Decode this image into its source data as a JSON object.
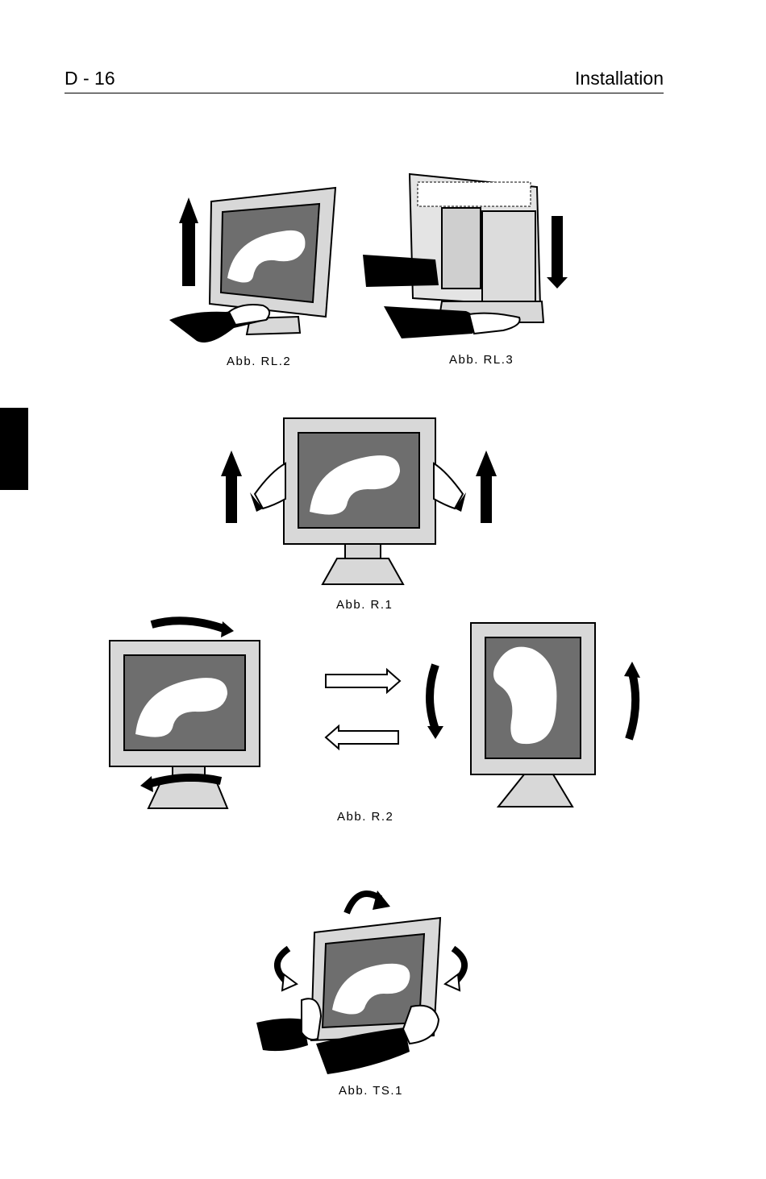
{
  "header": {
    "page_number": "D - 16",
    "section_title": "Installation"
  },
  "figures": {
    "rl2": {
      "caption": "Abb. RL.2"
    },
    "rl3": {
      "caption": "Abb. RL.3"
    },
    "r1": {
      "caption": "Abb. R.1"
    },
    "r2": {
      "caption": "Abb. R.2"
    },
    "ts1": {
      "caption": "Abb. TS.1"
    }
  },
  "colors": {
    "ink": "#000000",
    "screen": "#6e6e6e",
    "bezel": "#d8d8d8",
    "paper": "#ffffff"
  }
}
